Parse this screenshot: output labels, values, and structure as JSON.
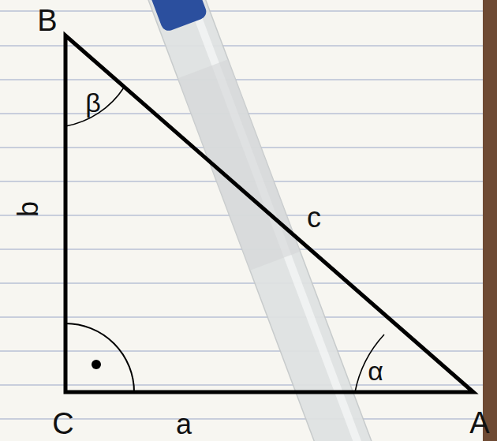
{
  "diagram": {
    "labels": [
      "B",
      "β",
      "b",
      "c",
      "α",
      "C",
      "a",
      "A"
    ]
  }
}
